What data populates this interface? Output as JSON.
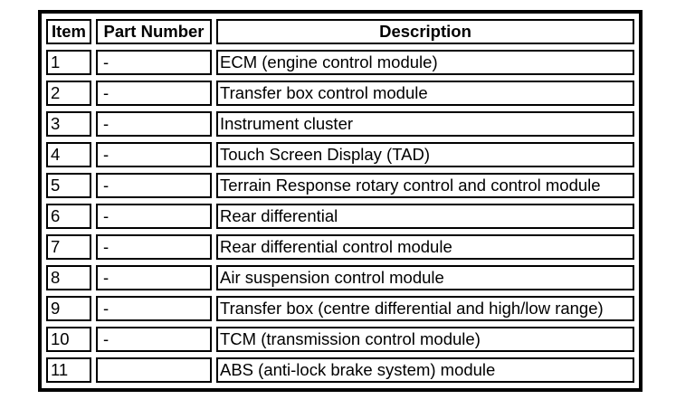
{
  "table": {
    "columns": [
      "Item",
      "Part Number",
      "Description"
    ],
    "rows": [
      {
        "item": "1",
        "part": "-",
        "description": "ECM (engine control module)"
      },
      {
        "item": "2",
        "part": "-",
        "description": "Transfer box control module"
      },
      {
        "item": "3",
        "part": "-",
        "description": "Instrument cluster"
      },
      {
        "item": "4",
        "part": "-",
        "description": "Touch Screen Display (TAD)"
      },
      {
        "item": "5",
        "part": "-",
        "description": "Terrain Response rotary control and control module"
      },
      {
        "item": "6",
        "part": "-",
        "description": "Rear differential"
      },
      {
        "item": "7",
        "part": "-",
        "description": "Rear differential control module"
      },
      {
        "item": "8",
        "part": "-",
        "description": "Air suspension control module"
      },
      {
        "item": "9",
        "part": "-",
        "description": "Transfer box (centre differential and high/low range)"
      },
      {
        "item": "10",
        "part": "-",
        "description": "TCM (transmission control module)"
      },
      {
        "item": "11",
        "part": "",
        "description": "ABS (anti-lock brake system) module"
      }
    ]
  },
  "colors": {
    "border": "#000000",
    "background": "#ffffff",
    "text": "#000000"
  }
}
